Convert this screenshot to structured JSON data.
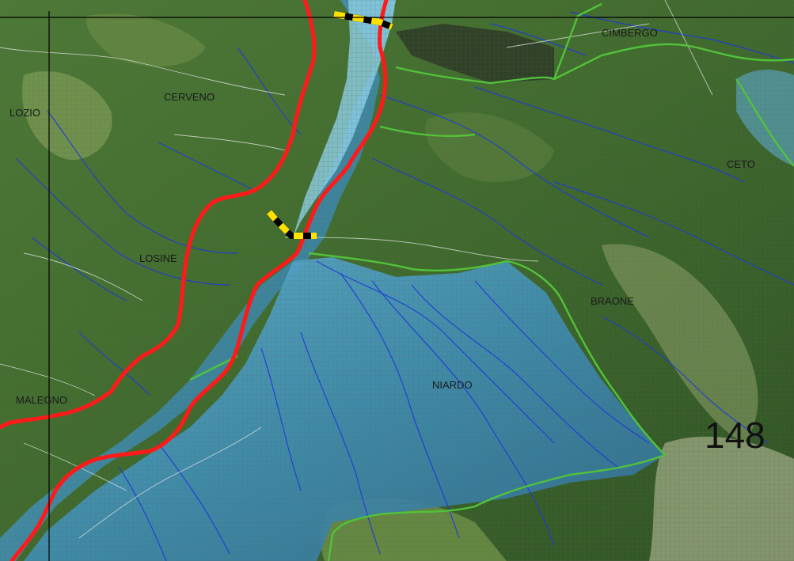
{
  "map": {
    "sheet_number": "148",
    "place_labels": {
      "cimbergo": "CIMBERGO",
      "lozio": "LOZIO",
      "cerveno": "CERVENO",
      "ceto": "CETO",
      "losine": "LOSINE",
      "braone": "BRAONE",
      "niardo": "NIARDO",
      "malegno": "MALEGNO"
    },
    "colors": {
      "forest": "#3f6a2c",
      "forest_dark": "#2d4f22",
      "meadow": "#6f8f48",
      "rock_light": "#b7b9a0",
      "zone_blue": "#3e8fb8",
      "zone_blue_light": "#7cc6e0",
      "boundary_green": "#52c23a",
      "boundary_red": "#ff1a1a",
      "streams": "#1e3ad8",
      "roads": "#e8e8e8",
      "frame": "#000000",
      "hazard_yellow": "#ffe100",
      "hazard_black": "#000000"
    }
  }
}
